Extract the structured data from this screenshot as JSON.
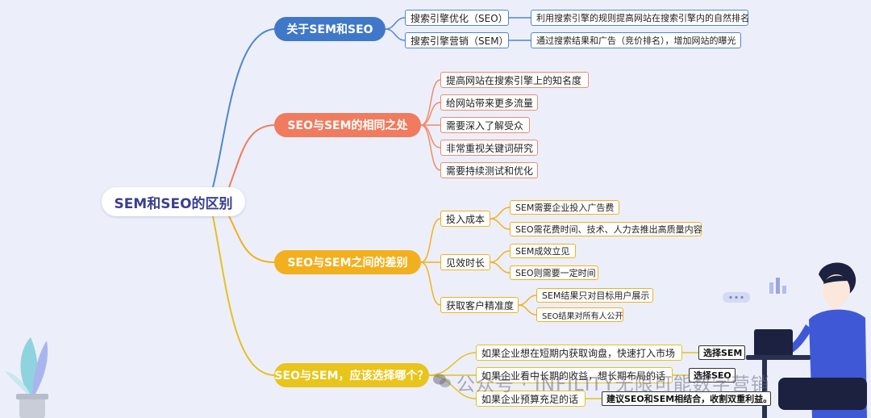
{
  "root": "SEM和SEO的区别",
  "branches": {
    "b1": {
      "label": "关于SEM和SEO",
      "items": [
        {
          "label": "搜索引擎优化（SEO）",
          "detail": "利用搜索引擎的规则提高网站在搜索引擎内的自然排名"
        },
        {
          "label": "搜索引擎营销（SEM）",
          "detail": "通过搜索结果和广告（竞价排名），增加网站的曝光"
        }
      ]
    },
    "b2": {
      "label": "SEO与SEM的相同之处",
      "items": [
        "提高网站在搜索引擎上的知名度",
        "给网站带来更多流量",
        "需要深入了解受众",
        "非常重视关键词研究",
        "需要持续测试和优化"
      ]
    },
    "b3": {
      "label": "SEO与SEM之间的差别",
      "groups": [
        {
          "label": "投入成本",
          "items": [
            "SEM需要企业投入广告费",
            "SEO需花费时间、技术、人力去推出高质量内容"
          ]
        },
        {
          "label": "见效时长",
          "items": [
            "SEM成效立见",
            "SEO则需要一定时间"
          ]
        },
        {
          "label": "获取客户精准度",
          "items": [
            "SEM结果只对目标用户展示",
            "SEO结果对所有人公开"
          ]
        }
      ]
    },
    "b4": {
      "label": "SEO与SEM，应该选择哪个？",
      "items": [
        {
          "label": "如果企业想在短期内获取询盘，快速打入市场",
          "answer": "选择SEM"
        },
        {
          "label": "如果企业看中长期的收益，想长期布局的话",
          "answer": "选择SEO"
        },
        {
          "label": "如果企业预算充足的话",
          "answer": "建议SEO和SEM相结合，收割双重利益。"
        }
      ]
    }
  },
  "watermark": "公众号 · INFILITY无限可能数字营销",
  "colors": {
    "blue": "#3f78c8",
    "coral": "#f07b5e",
    "orange": "#f2b01e",
    "yellow": "#e9c41a",
    "background": "#eceffa",
    "rootText": "#3a3f8f"
  }
}
